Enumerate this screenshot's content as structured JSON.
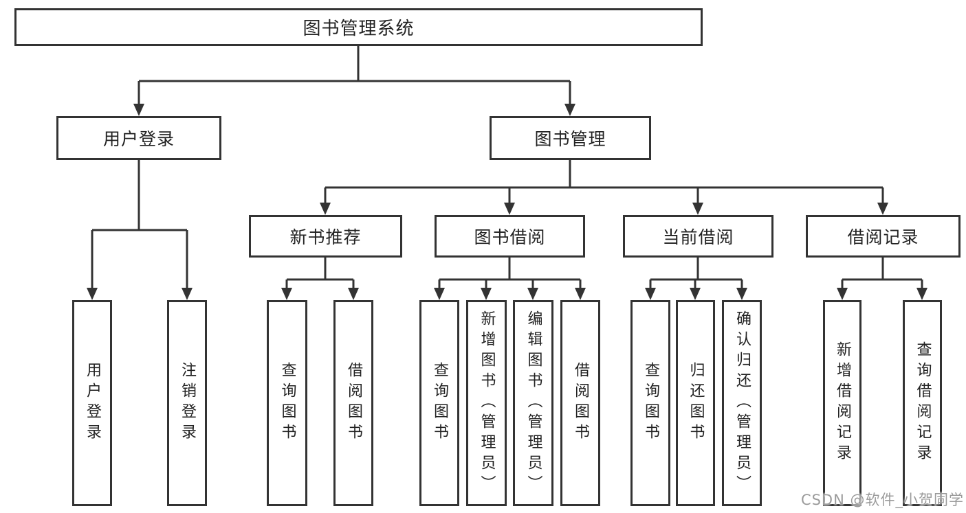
{
  "diagram": {
    "title": "图书管理系统",
    "nodes": {
      "root": {
        "label": "图书管理系统"
      },
      "login": {
        "label": "用户登录",
        "children": [
          {
            "label": "用户登录"
          },
          {
            "label": "注销登录"
          }
        ]
      },
      "management": {
        "label": "图书管理"
      },
      "modules": [
        {
          "label": "新书推荐",
          "children": [
            {
              "label": "查询图书"
            },
            {
              "label": "借阅图书"
            }
          ]
        },
        {
          "label": "图书借阅",
          "children": [
            {
              "label": "查询图书"
            },
            {
              "label": "新增图书（管理员）"
            },
            {
              "label": "编辑图书（管理员）"
            },
            {
              "label": "借阅图书"
            }
          ]
        },
        {
          "label": "当前借阅",
          "children": [
            {
              "label": "查询图书"
            },
            {
              "label": "归还图书"
            },
            {
              "label": "确认归还（管理员）"
            }
          ]
        },
        {
          "label": "借阅记录",
          "children": [
            {
              "label": "新增借阅记录"
            },
            {
              "label": "查询借阅记录"
            }
          ]
        }
      ]
    },
    "colors": {
      "line": "#333333",
      "box_border": "#333333",
      "box_fill": "#ffffff",
      "text": "#222222",
      "watermark": "#9b9b9b"
    }
  },
  "watermark": {
    "text": "CSDN @软件_小贺同学"
  }
}
